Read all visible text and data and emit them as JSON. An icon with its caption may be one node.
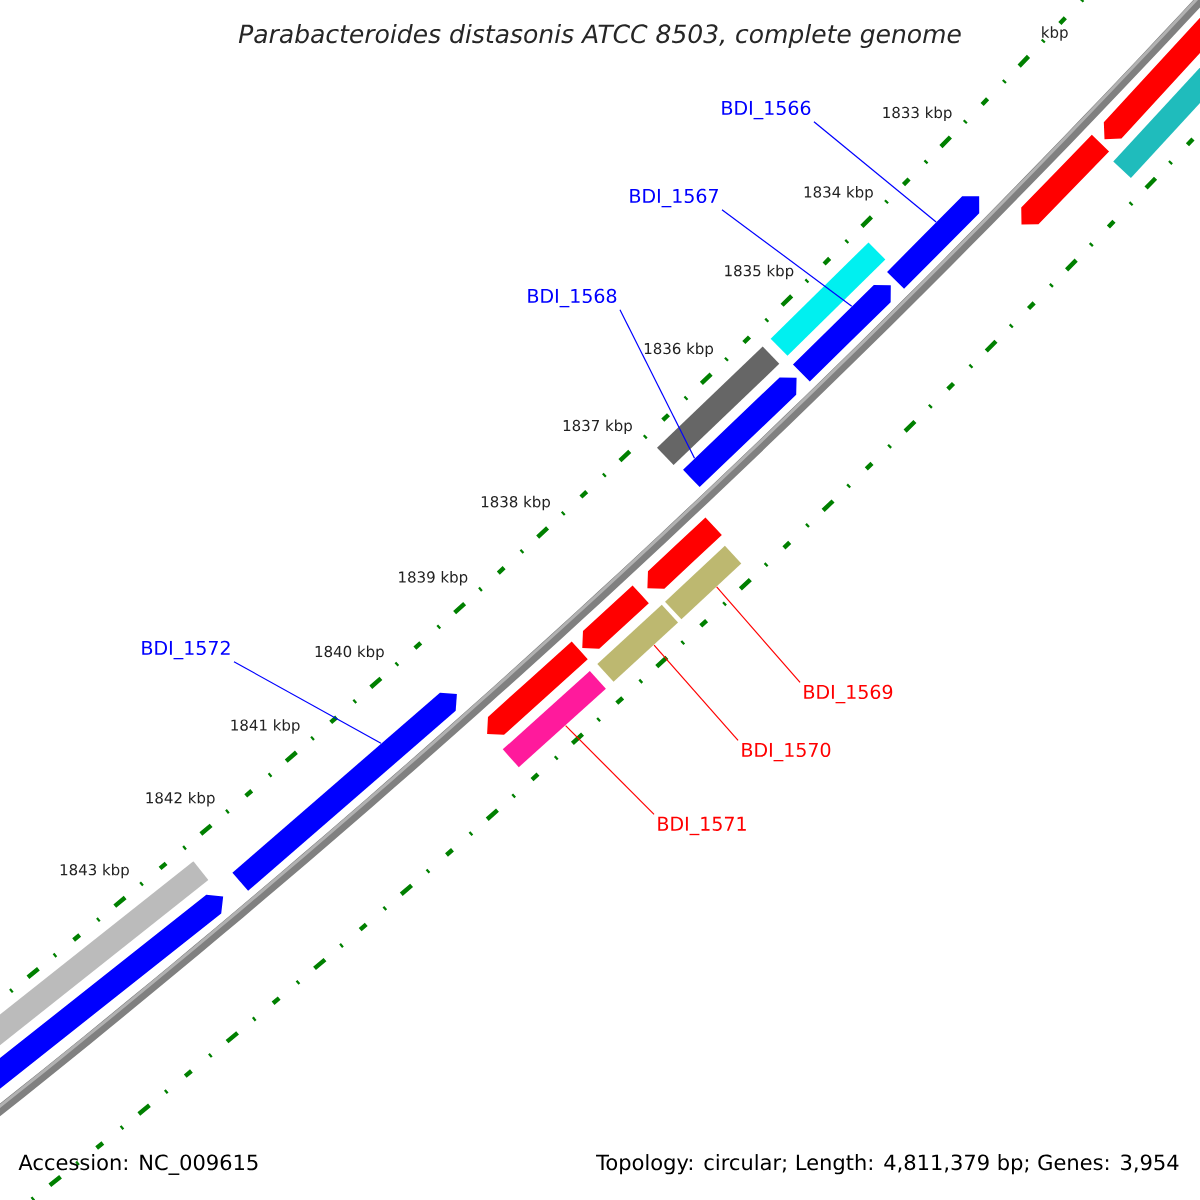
{
  "diagram": {
    "title": "Parabacteroides distasonis ATCC 8503, complete genome",
    "nodes": [
      {
        "text": [
          "BDI_1566"
        ]
      },
      {
        "text": [
          "BDI_1567"
        ]
      },
      {
        "text": [
          "BDI_1568"
        ]
      },
      {
        "text": [
          "BDI_1572"
        ]
      },
      {
        "text": [
          "BDI_1569"
        ]
      },
      {
        "text": [
          "BDI_1570"
        ]
      },
      {
        "text": [
          "BDI_1571"
        ]
      },
      {
        "text": [],
        "shape": "pentagon"
      },
      {
        "text": [],
        "shape": "pentagon"
      },
      {
        "text": [],
        "shape": "pentagon"
      },
      {
        "text": [],
        "shape": "pentagon"
      },
      {
        "text": [],
        "shape": "bar"
      },
      {
        "text": [],
        "shape": "bar"
      },
      {
        "text": [],
        "shape": "bar"
      }
    ],
    "edges": [
      {
        "from": 0,
        "to": 7,
        "arrow": "none"
      },
      {
        "from": 1,
        "to": 8,
        "arrow": "none"
      },
      {
        "from": 2,
        "to": 9,
        "arrow": "none"
      },
      {
        "from": 3,
        "to": 10,
        "arrow": "none"
      },
      {
        "from": 4,
        "to": 11,
        "arrow": "none",
        "color": "#ff0000"
      },
      {
        "from": 5,
        "to": 12,
        "arrow": "none",
        "color": "#ff0000"
      },
      {
        "from": 6,
        "to": 13,
        "arrow": "none",
        "color": "#ff0000"
      }
    ],
    "labels": [
      "kbp",
      "1833 kbp",
      "1834 kbp",
      "1835 kbp",
      "1836 kbp",
      "1837 kbp",
      "1838 kbp",
      "1839 kbp",
      "1840 kbp",
      "1841 kbp",
      "1842 kbp",
      "1843 kbp",
      "Accession: NC_009615",
      "Topology: circular; Length: 4,811,379 bp; Genes: 3,954"
    ]
  }
}
